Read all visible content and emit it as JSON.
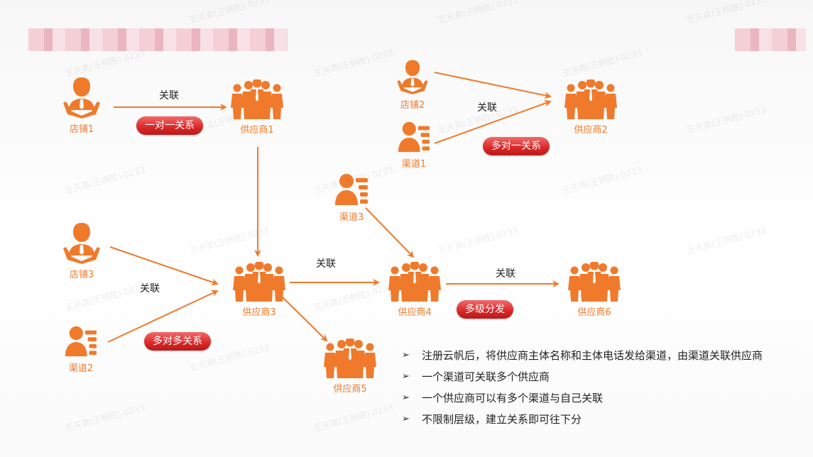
{
  "watermark": "王天真(王柄胜) 0233",
  "edges": {
    "link_label": "关联"
  },
  "tags": {
    "one_to_one": "一对一关系",
    "many_to_one": "多对一关系",
    "many_to_many": "多对多关系",
    "multi_level": "多级分发"
  },
  "nodes": {
    "store1": {
      "label": "店铺1",
      "icon": "store-manager-icon"
    },
    "store2": {
      "label": "店铺2",
      "icon": "store-manager-icon"
    },
    "store3": {
      "label": "店铺3",
      "icon": "store-manager-icon"
    },
    "channel1": {
      "label": "渠道1",
      "icon": "channel-person-icon"
    },
    "channel2": {
      "label": "渠道2",
      "icon": "channel-person-icon"
    },
    "channel3": {
      "label": "渠道3",
      "icon": "channel-person-icon"
    },
    "supplier1": {
      "label": "供应商1",
      "icon": "supplier-group-icon"
    },
    "supplier2": {
      "label": "供应商2",
      "icon": "supplier-group-icon"
    },
    "supplier3": {
      "label": "供应商3",
      "icon": "supplier-group-icon"
    },
    "supplier4": {
      "label": "供应商4",
      "icon": "supplier-group-icon"
    },
    "supplier5": {
      "label": "供应商5",
      "icon": "supplier-group-icon"
    },
    "supplier6": {
      "label": "供应商6",
      "icon": "supplier-group-icon"
    }
  },
  "bullets": [
    "注册云帆后，将供应商主体名称和主体电话发给渠道，由渠道关联供应商",
    "一个渠道可关联多个供应商",
    "一个供应商可以有多个渠道与自己关联",
    "不限制层级，建立关系即可往下分"
  ],
  "colors": {
    "accent": "#f07a2b",
    "pill_red": "#d92727"
  }
}
